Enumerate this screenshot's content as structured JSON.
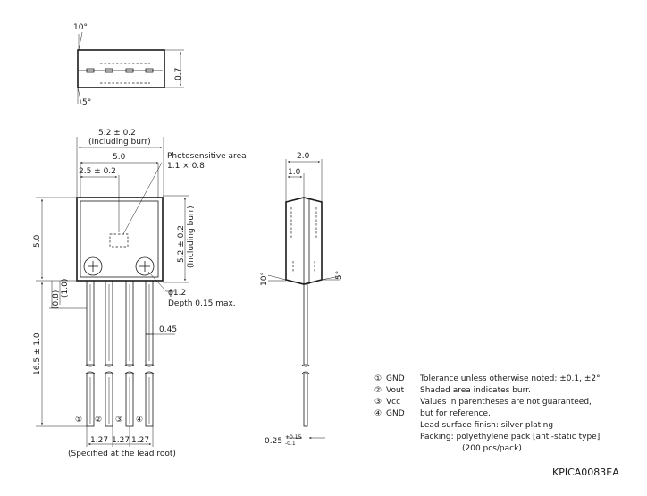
{
  "top_view": {
    "angle_top": "10°",
    "angle_bottom": "5°",
    "thickness": "0.7"
  },
  "front_view": {
    "width_total": "5.2 ± 0.2",
    "width_total_note": "(Including burr)",
    "width_body": "5.0",
    "half_width": "2.5 ± 0.2",
    "photo_area_label": "Photosensitive area",
    "photo_area_size": "1.1 × 0.8",
    "height_body": "5.0",
    "height_side": "5.2 ± 0.2",
    "height_side_note": "(Including burr)",
    "lead_gap_a": "(0.8)",
    "lead_gap_b": "(1.0)",
    "hole_dia": "ϕ1.2",
    "hole_depth": "Depth 0.15 max.",
    "lead_width": "0.45",
    "lead_length": "16.5 ± 1.0",
    "pin_numbers": [
      "①",
      "②",
      "③",
      "④"
    ],
    "pitch": [
      "1.27",
      "1.27",
      "1.27"
    ],
    "pitch_note": "(Specified at the lead root)"
  },
  "side_view": {
    "width_total": "2.0",
    "width_front": "1.0",
    "angle_left": "10°",
    "angle_right": "5°",
    "lead_thickness": "0.25",
    "lead_tol_plus": "+0.15",
    "lead_tol_minus": "-0.1"
  },
  "pins": [
    {
      "num": "①",
      "name": "GND"
    },
    {
      "num": "②",
      "name": "Vout"
    },
    {
      "num": "③",
      "name": "Vcc"
    },
    {
      "num": "④",
      "name": "GND"
    }
  ],
  "notes": [
    "Tolerance unless otherwise noted: ±0.1, ±2°",
    "Shaded area indicates burr.",
    "Values in parentheses are not guaranteed,",
    "but for reference.",
    "Lead surface finish: silver plating",
    "Packing: polyethylene pack [anti-static type]",
    "(200 pcs/pack)"
  ],
  "drawing_code": "KPICA0083EA"
}
